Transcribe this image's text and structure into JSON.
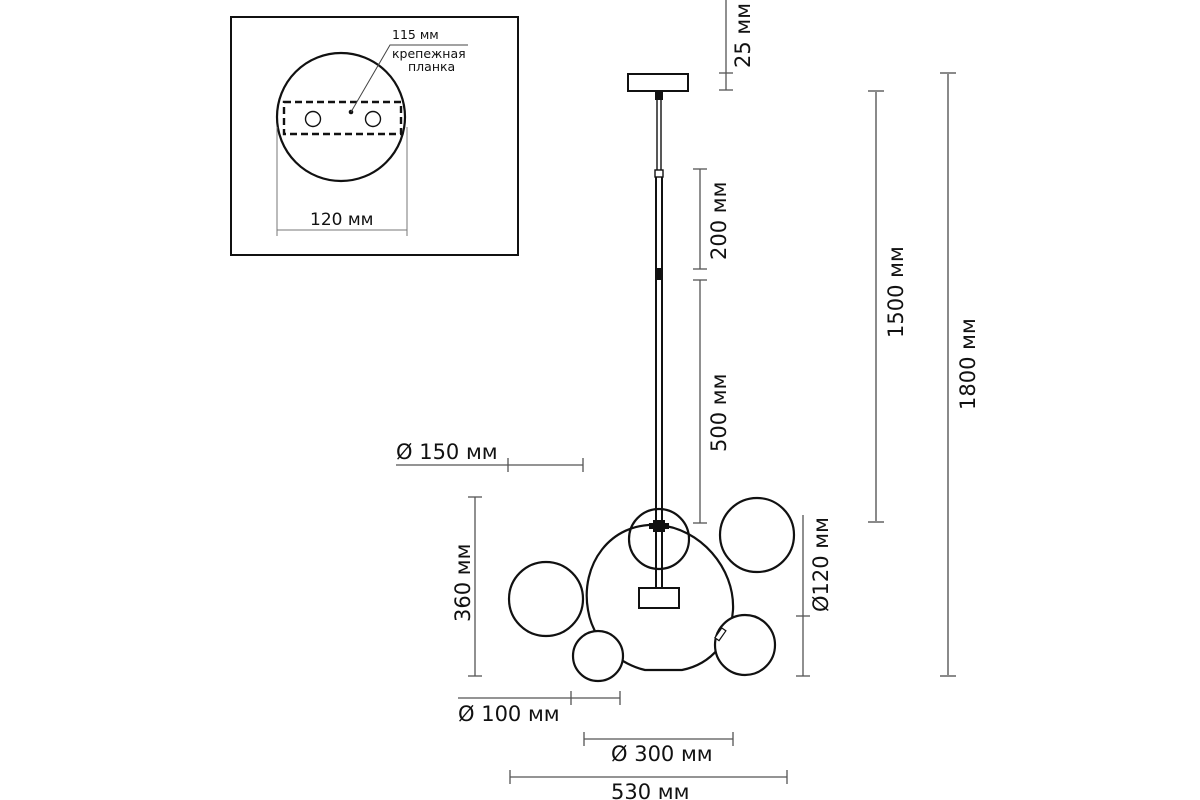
{
  "inset": {
    "leader_label": "115 мм",
    "plate_label_line1": "крепежная",
    "plate_label_line2": "планка",
    "width_label": "120 мм"
  },
  "dimensions": {
    "canopy_height": "25 мм",
    "rod_upper": "200 мм",
    "rod_lower": "500 мм",
    "overall_min": "1500 мм",
    "overall_max": "1800 мм",
    "sphere_150": "Ø 150 мм",
    "sphere_120": "Ø120 мм",
    "sphere_100": "Ø 100 мм",
    "sphere_300": "Ø 300 мм",
    "body_height": "360 мм",
    "total_width": "530 мм"
  },
  "colors": {
    "line": "#111111",
    "dimension": "#555555",
    "dimension_light": "#8a8a8a",
    "background": "#ffffff"
  }
}
